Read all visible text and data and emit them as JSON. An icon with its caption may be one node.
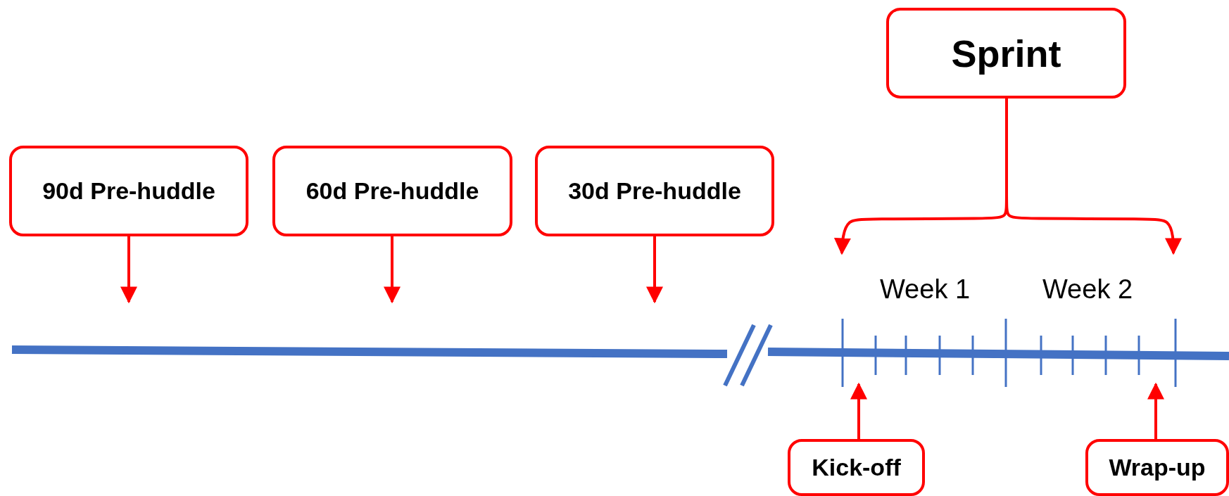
{
  "diagram": {
    "nodes": [
      {
        "text": [
          "Sprint"
        ]
      },
      {
        "text": [
          "90d Pre-huddle"
        ]
      },
      {
        "text": [
          "60d Pre-huddle"
        ]
      },
      {
        "text": [
          "30d Pre-huddle"
        ]
      },
      {
        "text": [
          "Kick-off"
        ]
      },
      {
        "text": [
          "Wrap-up"
        ]
      }
    ],
    "edges": [
      {
        "from": 1,
        "to": null,
        "arrow": "to"
      },
      {
        "from": 2,
        "to": null,
        "arrow": "to"
      },
      {
        "from": 3,
        "to": null,
        "arrow": "to"
      },
      {
        "from": 0,
        "to": null,
        "arrow": "to"
      },
      {
        "from": 0,
        "to": null,
        "arrow": "to"
      },
      {
        "from": 4,
        "to": null,
        "arrow": "to"
      },
      {
        "from": 5,
        "to": null,
        "arrow": "to"
      }
    ],
    "labels": [
      "Week 1",
      "Week 2"
    ]
  }
}
